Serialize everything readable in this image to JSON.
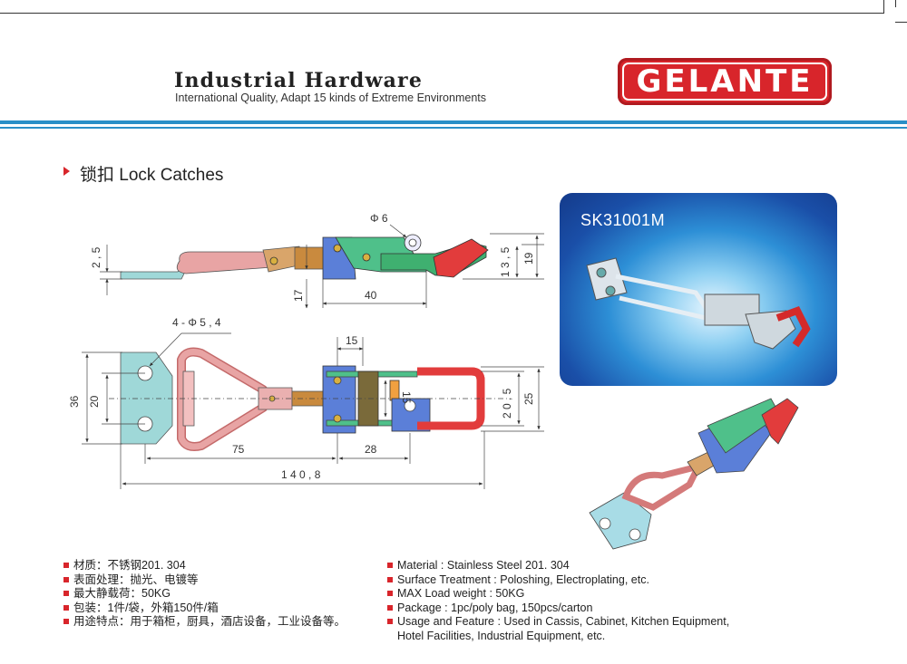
{
  "header": {
    "title": "Industrial Hardware",
    "subtitle": "International Quality, Adapt 15 kinds of Extreme Environments",
    "logo_text": "GELANTE"
  },
  "section": {
    "title": "锁扣 Lock Catches"
  },
  "product": {
    "model": "SK31001M"
  },
  "dimensions": {
    "side_view": {
      "d6": "Φ 6",
      "h2_5": "2 , 5",
      "h17": "17",
      "w40": "40",
      "h13_5": "1 3 , 5",
      "h19": "19"
    },
    "top_view": {
      "holes": "4 - Φ 5 , 4",
      "h36": "36",
      "h20": "20",
      "w15": "15",
      "w15b": "15",
      "h20_5": "2 0 , 5",
      "h25": "25",
      "w75": "75",
      "w28": "28",
      "w140_8": "1 4 0 , 8"
    }
  },
  "specs_cn": [
    "材质：不锈钢201. 304",
    "表面处理：抛光、电镀等",
    "最大静载荷：50KG",
    "包装：1件/袋，外箱150件/箱",
    "用途特点：用于箱柜，厨具，酒店设备，工业设备等。"
  ],
  "specs_en": [
    "Material : Stainless Steel 201. 304",
    "Surface Treatment : Poloshing, Electroplating, etc.",
    "MAX Load weight : 50KG",
    "Package : 1pc/poly bag,  150pcs/carton",
    "Usage and Feature : Used in Cassis, Cabinet, Kitchen Equipment,"
  ],
  "specs_en_cont": "Hotel Facilities, Industrial Equipment, etc.",
  "colors": {
    "brand_red": "#d8252b",
    "band_blue": "#2a8fc7"
  }
}
